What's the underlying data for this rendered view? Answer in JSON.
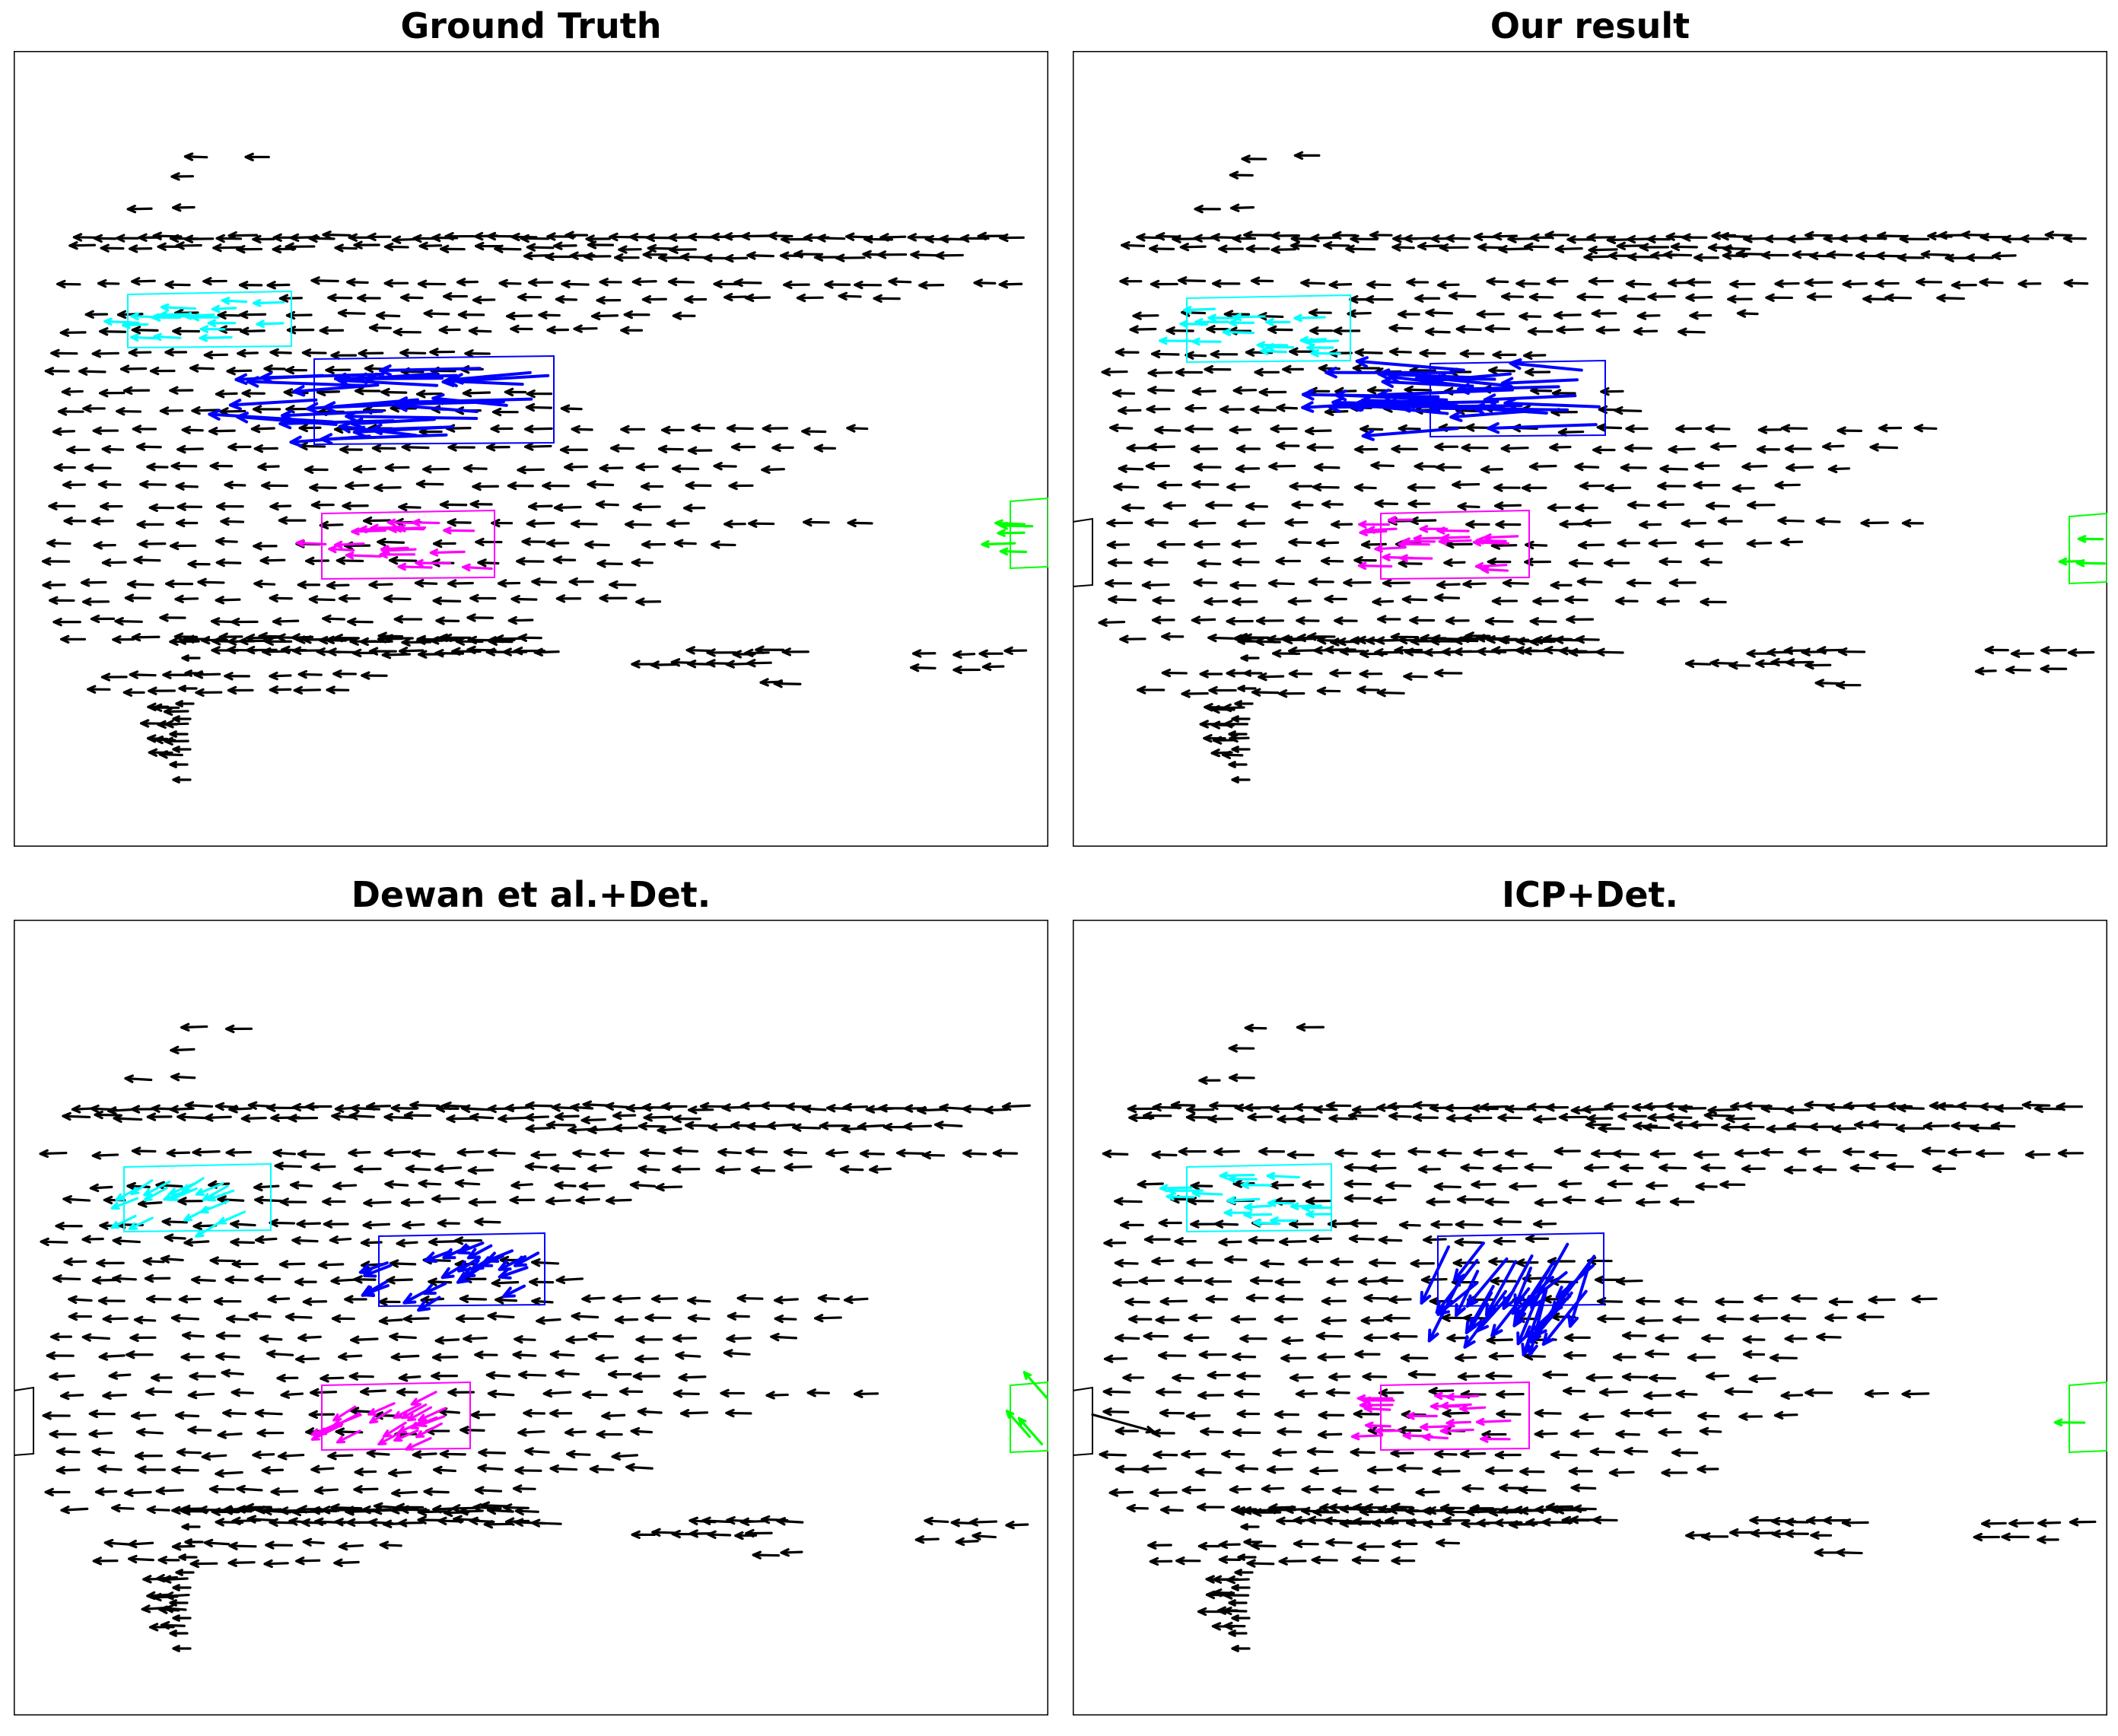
{
  "colors": {
    "background": "#000000",
    "cyan": "#00ffff",
    "blue": "#0000ff",
    "magenta": "#ff00ff",
    "green": "#00ff00"
  },
  "chart_data": [
    {
      "type": "scatter",
      "title": "Ground Truth",
      "xlabel": "",
      "ylabel": "",
      "grid": false,
      "legend": "none",
      "scene_flow_field": "point cloud with per-point motion vectors (quiver)",
      "background_flow": {
        "color": "#000000",
        "direction": "left"
      },
      "boxes": [
        {
          "color": "#00ffff",
          "flow_direction": "left"
        },
        {
          "color": "#0000ff",
          "flow_direction": "left"
        },
        {
          "color": "#ff00ff",
          "flow_direction": "left"
        },
        {
          "color": "#00ff00",
          "flow_direction": "left"
        }
      ]
    },
    {
      "type": "scatter",
      "title": "Our result",
      "xlabel": "",
      "ylabel": "",
      "grid": false,
      "legend": "none",
      "scene_flow_field": "point cloud with per-point motion vectors (quiver)",
      "background_flow": {
        "color": "#000000",
        "direction": "left"
      },
      "boxes": [
        {
          "color": "#00ffff",
          "flow_direction": "left"
        },
        {
          "color": "#0000ff",
          "flow_direction": "left"
        },
        {
          "color": "#ff00ff",
          "flow_direction": "left"
        },
        {
          "color": "#00ff00",
          "flow_direction": "left"
        },
        {
          "color": "#000000",
          "flow_direction": "none"
        }
      ]
    },
    {
      "type": "scatter",
      "title": "Dewan et al.+Det.",
      "xlabel": "",
      "ylabel": "",
      "grid": false,
      "legend": "none",
      "scene_flow_field": "point cloud with per-point motion vectors (quiver)",
      "background_flow": {
        "color": "#000000",
        "direction": "left"
      },
      "boxes": [
        {
          "color": "#00ffff",
          "flow_direction": "left-down"
        },
        {
          "color": "#0000ff",
          "flow_direction": "left-down"
        },
        {
          "color": "#ff00ff",
          "flow_direction": "left-down"
        },
        {
          "color": "#00ff00",
          "flow_direction": "up-left"
        },
        {
          "color": "#000000",
          "flow_direction": "none"
        }
      ]
    },
    {
      "type": "scatter",
      "title": "ICP+Det.",
      "xlabel": "",
      "ylabel": "",
      "grid": false,
      "legend": "none",
      "scene_flow_field": "point cloud with per-point motion vectors (quiver)",
      "background_flow": {
        "color": "#000000",
        "direction": "left"
      },
      "boxes": [
        {
          "color": "#00ffff",
          "flow_direction": "left"
        },
        {
          "color": "#0000ff",
          "flow_direction": "down-left"
        },
        {
          "color": "#ff00ff",
          "flow_direction": "left"
        },
        {
          "color": "#00ff00",
          "flow_direction": "left"
        },
        {
          "color": "#000000",
          "flow_direction": "right"
        }
      ]
    }
  ]
}
